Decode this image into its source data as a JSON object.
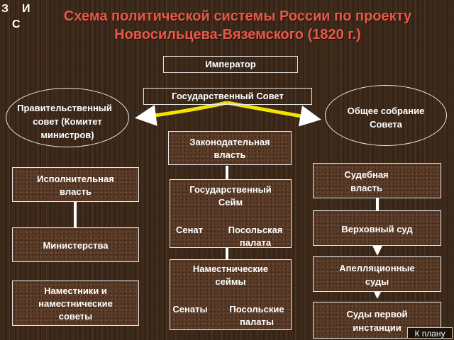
{
  "logo": {
    "letters": [
      "З",
      "И",
      "С"
    ]
  },
  "title": "Схема политической системы России по проекту Новосильцева-Вяземского (1820 г.)",
  "nodes": {
    "emperor": "Император",
    "state_council": "Государственный Совет",
    "gov_council_line1": "Правительственный",
    "gov_council_line2": "совет (Комитет",
    "gov_council_line3": "министров)",
    "general_assembly_line1": "Общее собрание",
    "general_assembly_line2": "Совета",
    "legislative_line1": "Законодательная",
    "legislative_line2": "власть",
    "state_sejm_line1": "Государственный",
    "state_sejm_line2": "Сейм",
    "senate": "Сенат",
    "ambassador_chamber_line1": "Посольская",
    "ambassador_chamber_line2": "палата",
    "vicegerent_sejms_line1": "Наместнические",
    "vicegerent_sejms_line2": "сеймы",
    "senates": "Сенаты",
    "ambassador_chambers_line1": "Посольские",
    "ambassador_chambers_line2": "палаты",
    "executive_line1": "Исполнительная",
    "executive_line2": "власть",
    "ministries": "Министерства",
    "vicegerents_line1": "Наместники и",
    "vicegerents_line2": "наместнические",
    "vicegerents_line3": "советы",
    "judicial_line1": "Судебная",
    "judicial_line2": "власть",
    "supreme_court": "Верховный суд",
    "appeal_courts_line1": "Апелляционные",
    "appeal_courts_line2": "суды",
    "first_instance_line1": "Суды первой",
    "first_instance_line2": "инстанции"
  },
  "nav": {
    "to_plan": "К плану"
  },
  "colors": {
    "title": "#e45a4a",
    "text": "#ffffff",
    "border": "#e8e8e8"
  }
}
